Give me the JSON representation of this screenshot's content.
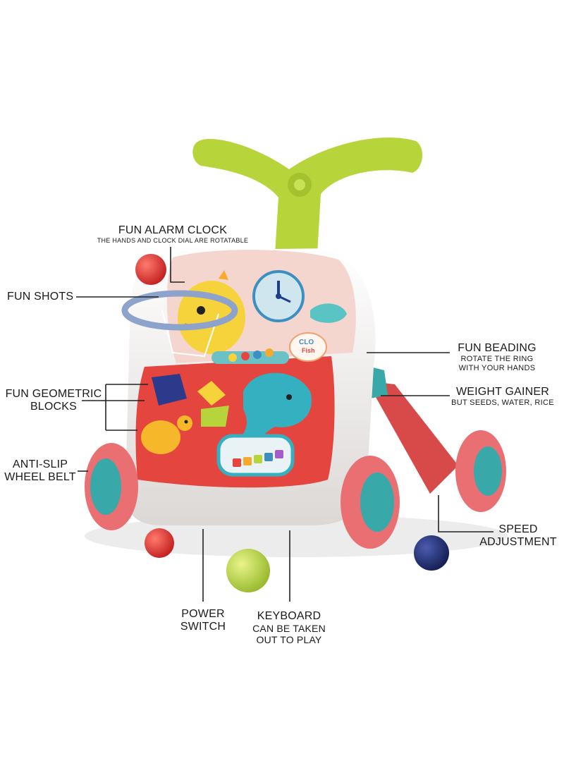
{
  "callouts": {
    "fun_alarm_clock": {
      "title": "FUN ALARM CLOCK",
      "detail": "THE HANDS AND CLOCK DIAL ARE ROTATABLE"
    },
    "fun_shots": {
      "title": "FUN SHOTS"
    },
    "fun_beading": {
      "title": "FUN BEADING",
      "detail_1": "ROTATE THE RING",
      "detail_2": "WITH YOUR HANDS"
    },
    "weight_gainer": {
      "title": "WEIGHT GAINER",
      "detail": "BUT SEEDS, WATER, RICE"
    },
    "fun_geometric_blocks": {
      "line_1": "FUN GEOMETRIC",
      "line_2": "BLOCKS"
    },
    "anti_slip_wheel_belt": {
      "line_1": "ANTI-SLIP",
      "line_2": "WHEEL BELT"
    },
    "speed_adjustment": {
      "line_1": "SPEED",
      "line_2": "ADJUSTMENT"
    },
    "power_switch": {
      "line_1": "POWER",
      "line_2": "SWITCH"
    },
    "keyboard": {
      "title": "KEYBOARD",
      "detail_1": "CAN BE TAKEN",
      "detail_2": "OUT TO PLAY"
    }
  },
  "toy_labels": {
    "clock_fish_line_1": "CLO",
    "clock_fish_line_2": "Fish"
  },
  "colors": {
    "handle_green": "#b7d43a",
    "tray_pink": "#f4d6cf",
    "front_red": "#e4463f",
    "wheel_pink": "#ea6f73",
    "wheel_teal": "#38a8a9",
    "body_white": "#f5f3f1",
    "ball_red": "#d92b2b",
    "ball_green": "#b8d83c",
    "ball_navy": "#1f2e73"
  }
}
